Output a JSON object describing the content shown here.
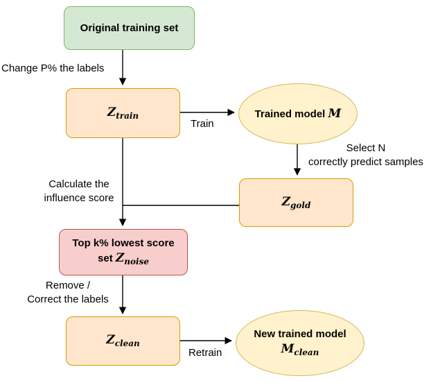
{
  "nodes": {
    "original": {
      "label": "Original training set"
    },
    "z_train": {
      "base": "Z",
      "sub": "train"
    },
    "trained_model": {
      "prefix": "Trained model ",
      "base": "M"
    },
    "z_gold": {
      "base": "Z",
      "sub": "gold"
    },
    "z_noise": {
      "line1": "Top k% lowest score",
      "prefix": "set ",
      "base": "Z",
      "sub": "noise"
    },
    "z_clean": {
      "base": "Z",
      "sub": "clean"
    },
    "new_model": {
      "line1": "New trained model",
      "base": "M",
      "sub": "clean"
    }
  },
  "edges": {
    "change_labels": "Change P% the labels",
    "train": "Train",
    "select_line1": "Select N",
    "select_line2": "correctly predict samples",
    "calc_line1": "Calculate the",
    "calc_line2": "influence score",
    "remove_line1": "Remove /",
    "remove_line2": "Correct the labels",
    "retrain": "Retrain"
  },
  "colors": {
    "green_fill": "#d5e8d4",
    "green_stroke": "#82b366",
    "orange_fill": "#ffe6cc",
    "orange_stroke": "#d79b00",
    "yellow_fill": "#fff2cc",
    "yellow_stroke": "#d6b656",
    "red_fill": "#f8cecc",
    "red_stroke": "#b85450",
    "arrow": "#000000"
  }
}
